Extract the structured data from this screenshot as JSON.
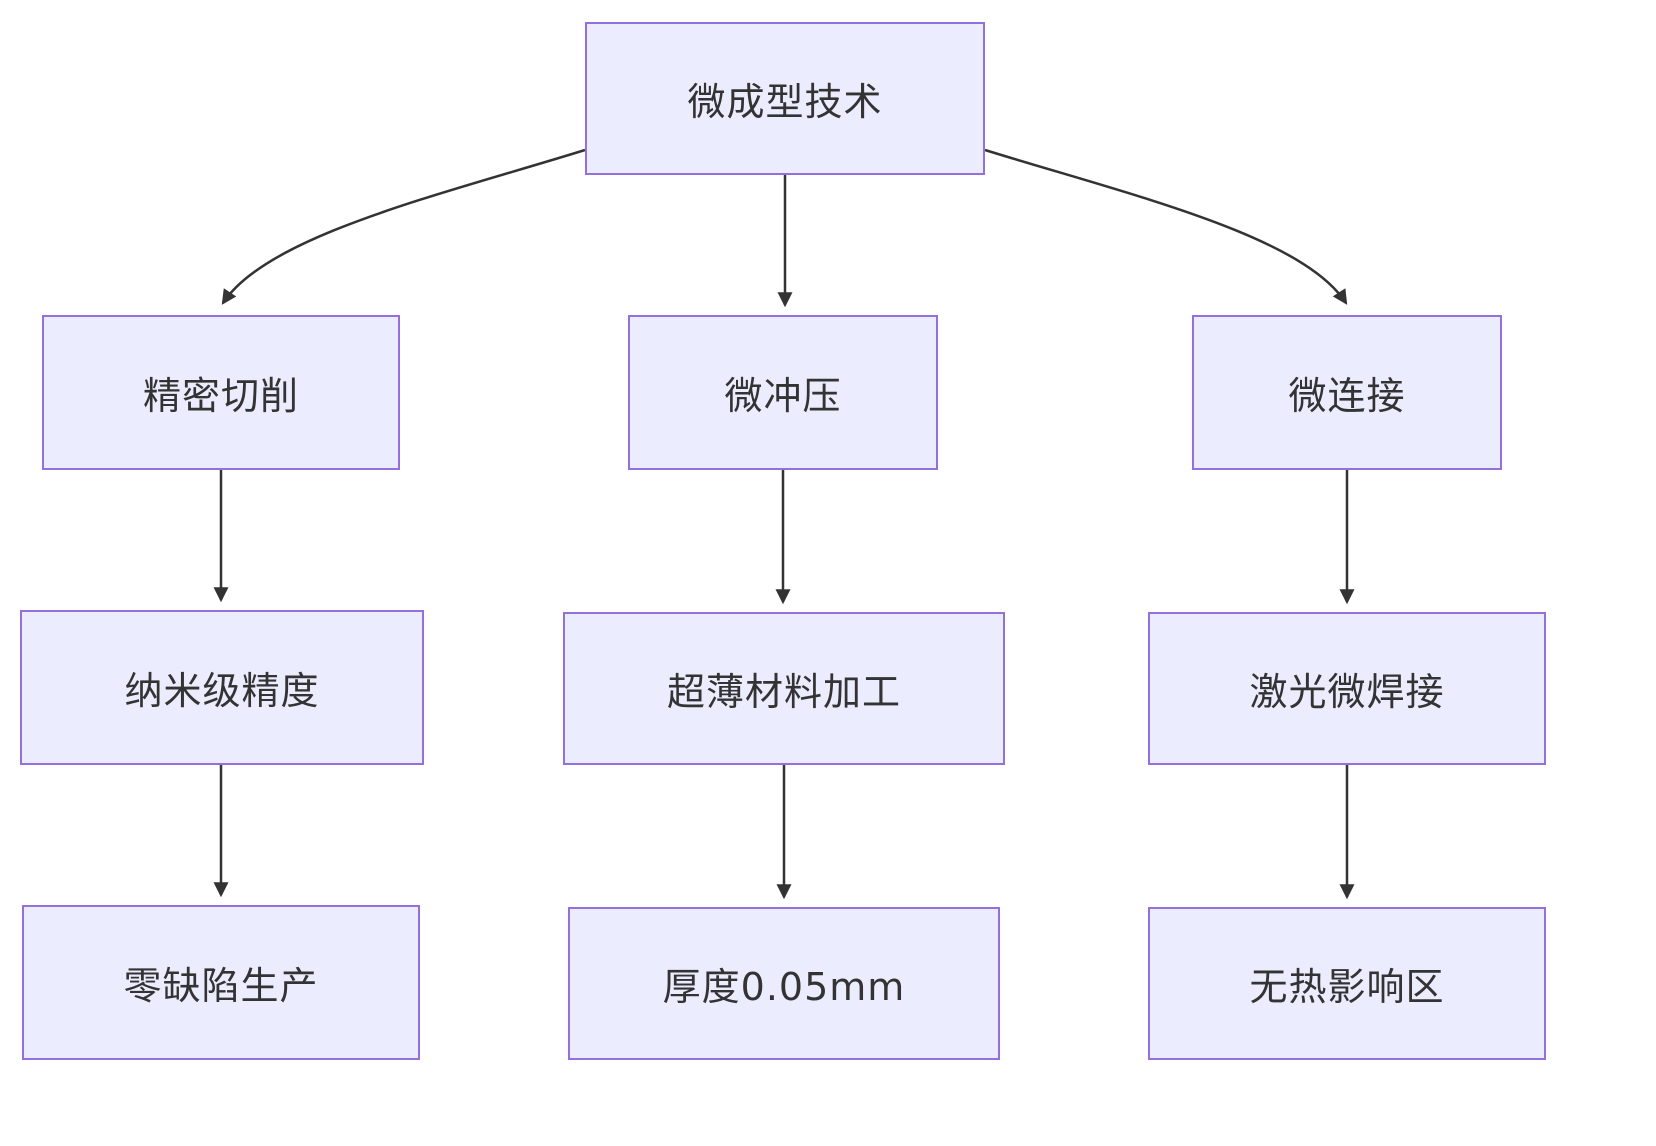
{
  "diagram": {
    "type": "flowchart",
    "direction": "top-down",
    "nodes": {
      "root": {
        "label": "微成型技术"
      },
      "cutting": {
        "label": "精密切削"
      },
      "stamping": {
        "label": "微冲压"
      },
      "joining": {
        "label": "微连接"
      },
      "nano": {
        "label": "纳米级精度"
      },
      "thin": {
        "label": "超薄材料加工"
      },
      "laser": {
        "label": "激光微焊接"
      },
      "zero": {
        "label": "零缺陷生产"
      },
      "thickness": {
        "label": "厚度0.05mm"
      },
      "noheat": {
        "label": "无热影响区"
      }
    },
    "edges": [
      {
        "from": "root",
        "to": "cutting"
      },
      {
        "from": "root",
        "to": "stamping"
      },
      {
        "from": "root",
        "to": "joining"
      },
      {
        "from": "cutting",
        "to": "nano"
      },
      {
        "from": "stamping",
        "to": "thin"
      },
      {
        "from": "joining",
        "to": "laser"
      },
      {
        "from": "nano",
        "to": "zero"
      },
      {
        "from": "thin",
        "to": "thickness"
      },
      {
        "from": "laser",
        "to": "noheat"
      }
    ],
    "colors": {
      "node_fill": "#ECECFF",
      "node_border": "#9370DB",
      "edge": "#333333",
      "text": "#333333",
      "background": "#ffffff"
    }
  }
}
